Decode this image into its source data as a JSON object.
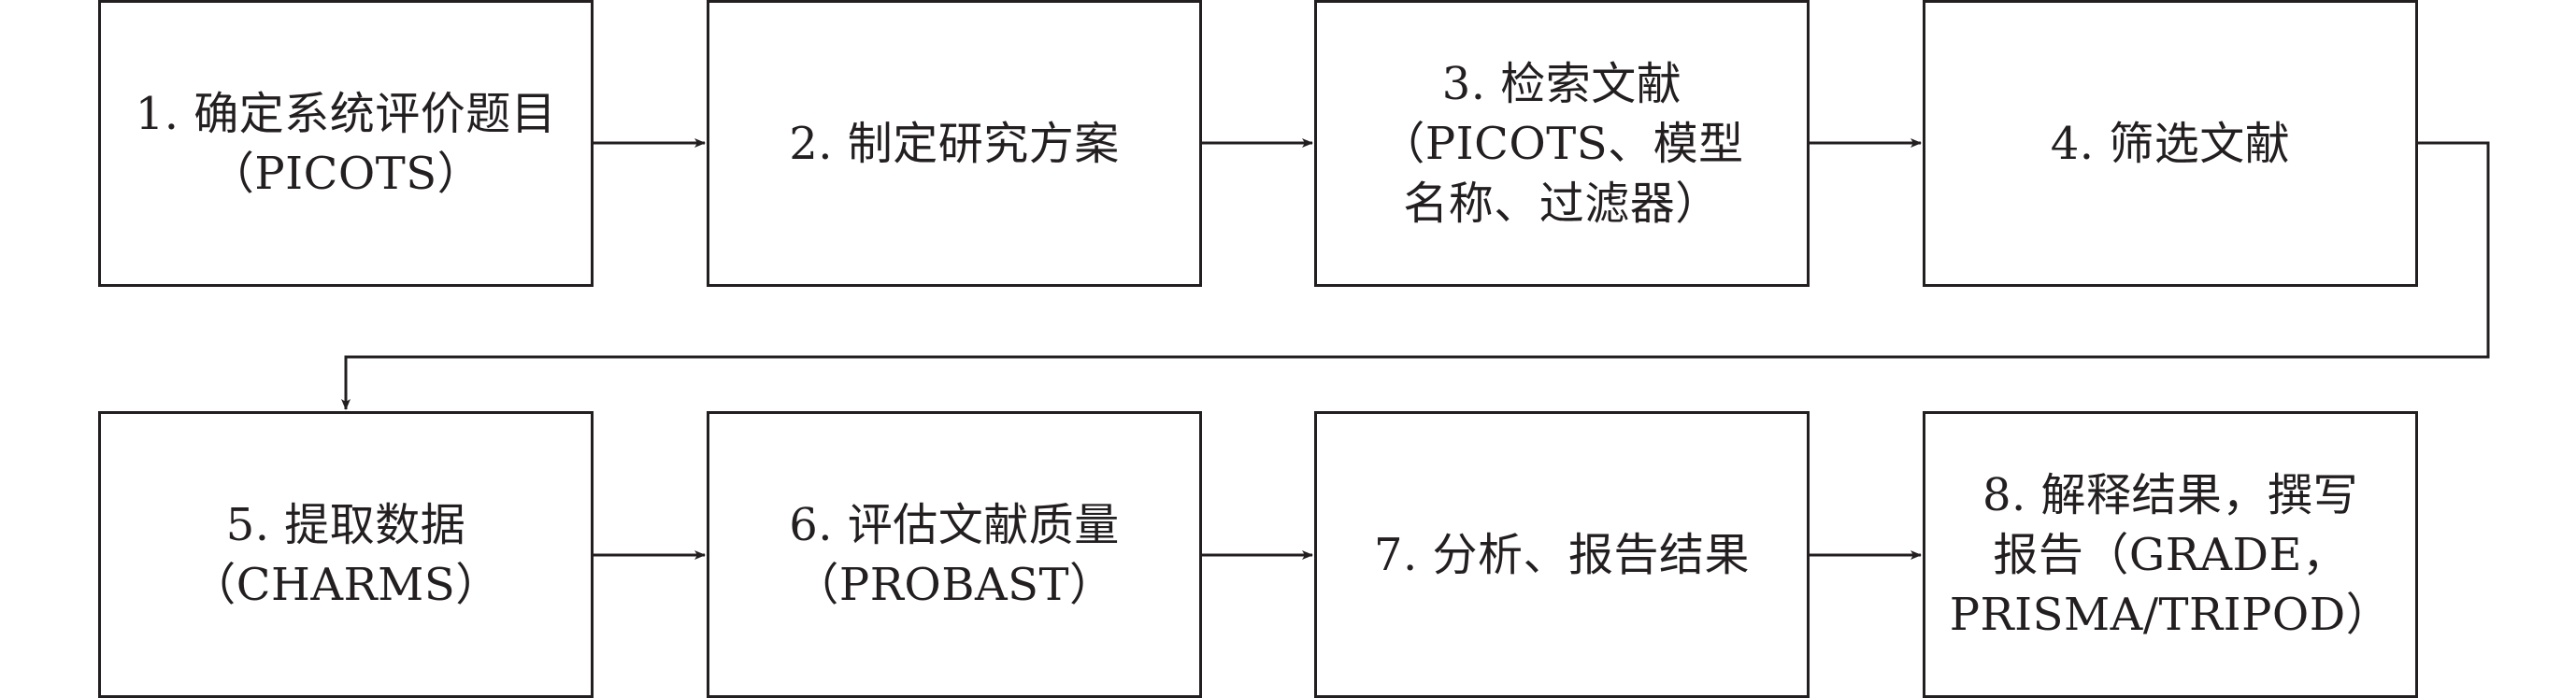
{
  "colors": {
    "stroke": "#231f20",
    "background": "#ffffff"
  },
  "steps": [
    {
      "id": "step-1",
      "text": "1. 确定系统评价题目\n（PICOTS）"
    },
    {
      "id": "step-2",
      "text": "2. 制定研究方案"
    },
    {
      "id": "step-3",
      "text": "3. 检索文献\n（PICOTS、模型\n名称、过滤器）"
    },
    {
      "id": "step-4",
      "text": "4. 筛选文献"
    },
    {
      "id": "step-5",
      "text": "5. 提取数据\n（CHARMS）"
    },
    {
      "id": "step-6",
      "text": "6. 评估文献质量\n（PROBAST）"
    },
    {
      "id": "step-7",
      "text": "7. 分析、报告结果"
    },
    {
      "id": "step-8",
      "text": "8. 解释结果，撰写\n报告（GRADE，\nPRISMA/TRIPOD）"
    }
  ]
}
